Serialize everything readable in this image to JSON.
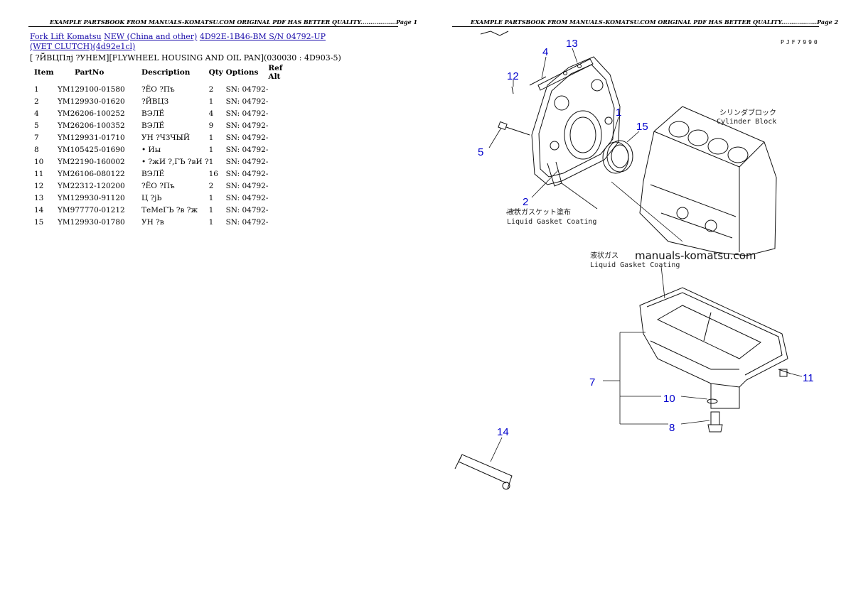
{
  "headers": {
    "page1": "EXAMPLE PARTSBOOK FROM MANUALS-KOMATSU.COM ORIGINAL PDF HAS BETTER QUALITY..................Page 1",
    "page2": "EXAMPLE PARTSBOOK FROM MANUALS-KOMATSU.COM ORIGINAL PDF HAS BETTER QUALITY..................Page 2"
  },
  "breadcrumbs": {
    "link1": "Fork Lift Komatsu",
    "link2": "NEW (China and other)",
    "link3": "4D92E-1B46-BM S/N 04792-UP (WET CLUTCH)(4d92e1cl)"
  },
  "group_title": "[ ?ЙВЦПлj ?УНЕМ][FLYWHEEL HOUSING AND OIL PAN](030030 : 4D903-5)",
  "table": {
    "columns": [
      "Item",
      "PartNo",
      "Description",
      "Qty",
      "Options",
      "Ref Alt"
    ],
    "rows": [
      [
        "1",
        "YM129100-01580",
        "?ЁО ?Пъ",
        "2",
        "SN: 04792-",
        ""
      ],
      [
        "2",
        "YM129930-01620",
        "?ЙВЦЗ",
        "1",
        "SN: 04792-",
        ""
      ],
      [
        "4",
        "YM26206-100252",
        "ВЭЛЁ",
        "4",
        "SN: 04792-",
        ""
      ],
      [
        "5",
        "YM26206-100352",
        "ВЭЛЁ",
        "9",
        "SN: 04792-",
        ""
      ],
      [
        "7",
        "YM129931-01710",
        "УН ?ЧЗЧЫЙ",
        "1",
        "SN: 04792-",
        ""
      ],
      [
        "8",
        "YM105425-01690",
        "• Иы",
        "1",
        "SN: 04792-",
        ""
      ],
      [
        "10",
        "YM22190-160002",
        "• ?жИ ?,ГЪ ?вИ ?",
        "1",
        "SN: 04792-",
        ""
      ],
      [
        "11",
        "YM26106-080122",
        "ВЭЛЁ",
        "16",
        "SN: 04792-",
        ""
      ],
      [
        "12",
        "YM22312-120200",
        "?ЁО ?Пъ",
        "2",
        "SN: 04792-",
        ""
      ],
      [
        "13",
        "YM129930-91120",
        "Ц ?jЬ",
        "1",
        "SN: 04792-",
        ""
      ],
      [
        "14",
        "YM977770-01212",
        "ТеМеГЪ ?в ?ж",
        "1",
        "SN: 04792-",
        ""
      ],
      [
        "15",
        "YM129930-01780",
        "УН ?в",
        "1",
        "SN: 04792-",
        ""
      ]
    ]
  },
  "drawing": {
    "code": "PJF7990",
    "watermark": "manuals-komatsu.com",
    "notes": {
      "cylinder_block_jp": "シリンダブロック",
      "cylinder_block_en": "Cylinder Block",
      "gasket1_jp": "液状ガスケット塗布",
      "gasket1_en": "Liquid Gasket Coating",
      "gasket2_jp": "液状ガス",
      "gasket2_en": "Liquid Gasket Coating"
    },
    "callouts": [
      "4",
      "13",
      "12",
      "1",
      "15",
      "5",
      "2",
      "11",
      "7",
      "10",
      "8",
      "14"
    ],
    "callout_color": "#0000cc"
  }
}
